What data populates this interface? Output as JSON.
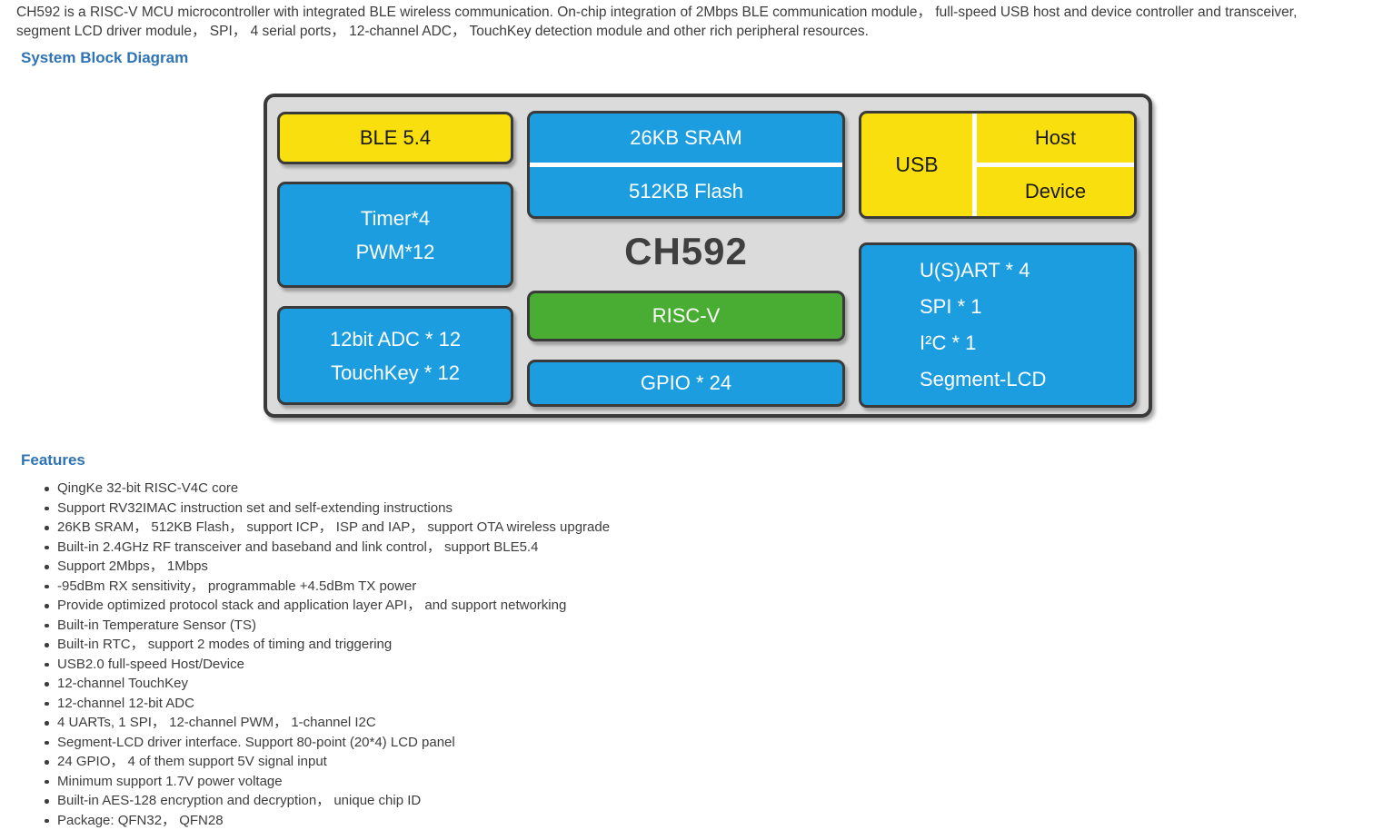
{
  "intro": {
    "lines": [
      "CH592 is a RISC-V MCU microcontroller with integrated BLE wireless communication. On-chip integration of 2Mbps BLE communication module， full-speed USB host and device controller and transceiver,",
      "segment LCD driver module， SPI， 4 serial ports， 12-channel ADC， TouchKey detection module and other rich peripheral resources."
    ]
  },
  "headings": {
    "block_diagram": "System Block Diagram",
    "features": "Features"
  },
  "diagram": {
    "chip_label": "CH592",
    "ble": "BLE 5.4",
    "timer_lines": [
      "Timer*4",
      "PWM*12"
    ],
    "adc_lines": [
      "12bit ADC * 12",
      "TouchKey * 12"
    ],
    "memory_cells": [
      "26KB SRAM",
      "512KB Flash"
    ],
    "core": "RISC-V",
    "gpio": "GPIO * 24",
    "usb": {
      "label": "USB",
      "host": "Host",
      "device": "Device"
    },
    "peripheral_lines": [
      "U(S)ART * 4",
      "SPI * 1",
      "I²C * 1",
      "Segment-LCD"
    ],
    "colors": {
      "block_blue": "#1B9DE0",
      "block_yellow": "#F9DF0E",
      "block_green": "#4AAD33",
      "panel_gray": "#DBDBDB",
      "border_dark": "#3A3A3A",
      "heading_blue": "#2E74B5"
    }
  },
  "features": {
    "items": [
      "QingKe 32-bit RISC-V4C core",
      "Support RV32IMAC instruction set and self-extending instructions",
      "26KB SRAM， 512KB Flash， support ICP， ISP and IAP， support OTA wireless upgrade",
      "Built-in 2.4GHz RF transceiver and baseband and link control， support BLE5.4",
      "Support 2Mbps， 1Mbps",
      "-95dBm RX sensitivity， programmable +4.5dBm TX power",
      "Provide optimized protocol stack and application layer API， and support networking",
      "Built-in Temperature Sensor (TS)",
      "Built-in RTC， support 2 modes of timing and triggering",
      "USB2.0 full-speed Host/Device",
      "12-channel TouchKey",
      "12-channel 12-bit ADC",
      "4 UARTs, 1 SPI， 12-channel PWM， 1-channel I2C",
      "Segment-LCD driver interface. Support 80-point (20*4) LCD panel",
      "24 GPIO， 4 of them support 5V signal input",
      "Minimum support 1.7V power voltage",
      "Built-in AES-128 encryption and decryption， unique chip ID",
      "Package: QFN32， QFN28"
    ]
  }
}
